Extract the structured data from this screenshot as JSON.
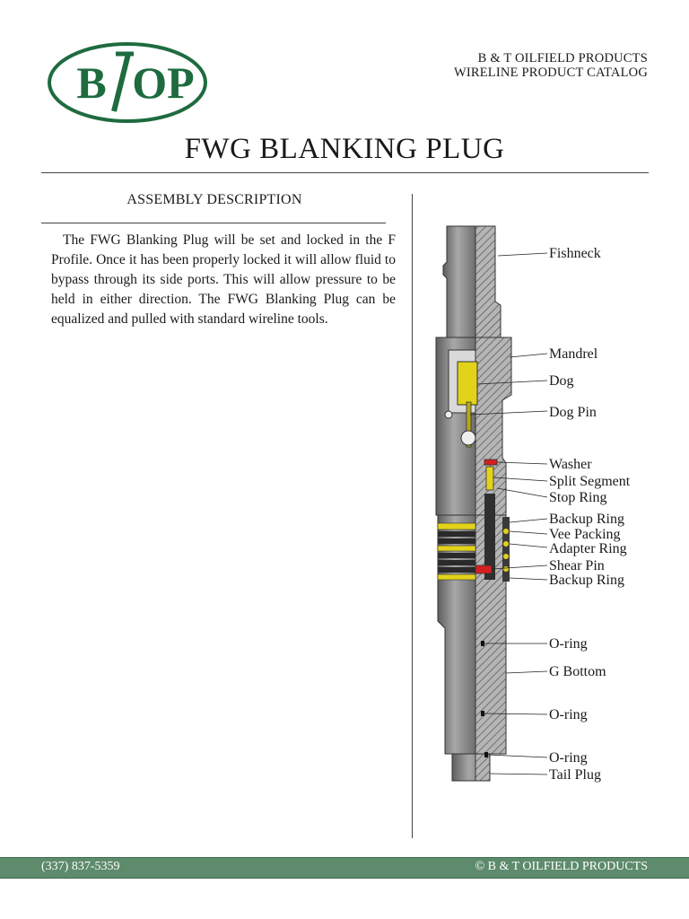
{
  "logo": {
    "text_left": "B",
    "text_right": "OP",
    "color": "#1e6b3f"
  },
  "header": {
    "company_line1": "B & T OILFIELD PRODUCTS",
    "company_line2": "WIRELINE PRODUCT CATALOG"
  },
  "title": "FWG BLANKING PLUG",
  "assembly": {
    "heading": "ASSEMBLY DESCRIPTION",
    "body": "The FWG Blanking Plug will be set and locked in the F Profile. Once it has been properly locked it will allow fluid to bypass through its side ports. This will allow pressure to be held in either direction. The FWG Blanking Plug can be equalized and pulled with standard wireline tools."
  },
  "diagram": {
    "labels": {
      "fishneck": "Fishneck",
      "mandrel": "Mandrel",
      "dog": "Dog",
      "dog_pin": "Dog Pin",
      "washer": "Washer",
      "split_segment": "Split Segment",
      "stop_ring": "Stop Ring",
      "backup_ring_1": "Backup Ring",
      "vee_packing": "Vee Packing",
      "adapter_ring": "Adapter Ring",
      "shear_pin": "Shear Pin",
      "backup_ring_2": "Backup Ring",
      "oring_1": "O-ring",
      "g_bottom": "G Bottom",
      "oring_2": "O-ring",
      "oring_3": "O-ring",
      "tail_plug": "Tail Plug"
    },
    "colors": {
      "steel": "#8a8a8a",
      "steel_dark": "#5a5a5a",
      "yellow": "#e2d21a",
      "red": "#d41f1f"
    }
  },
  "footer": {
    "phone": "(337) 837-5359",
    "copyright": "© B & T OILFIELD PRODUCTS",
    "color": "#5d8b6c"
  }
}
